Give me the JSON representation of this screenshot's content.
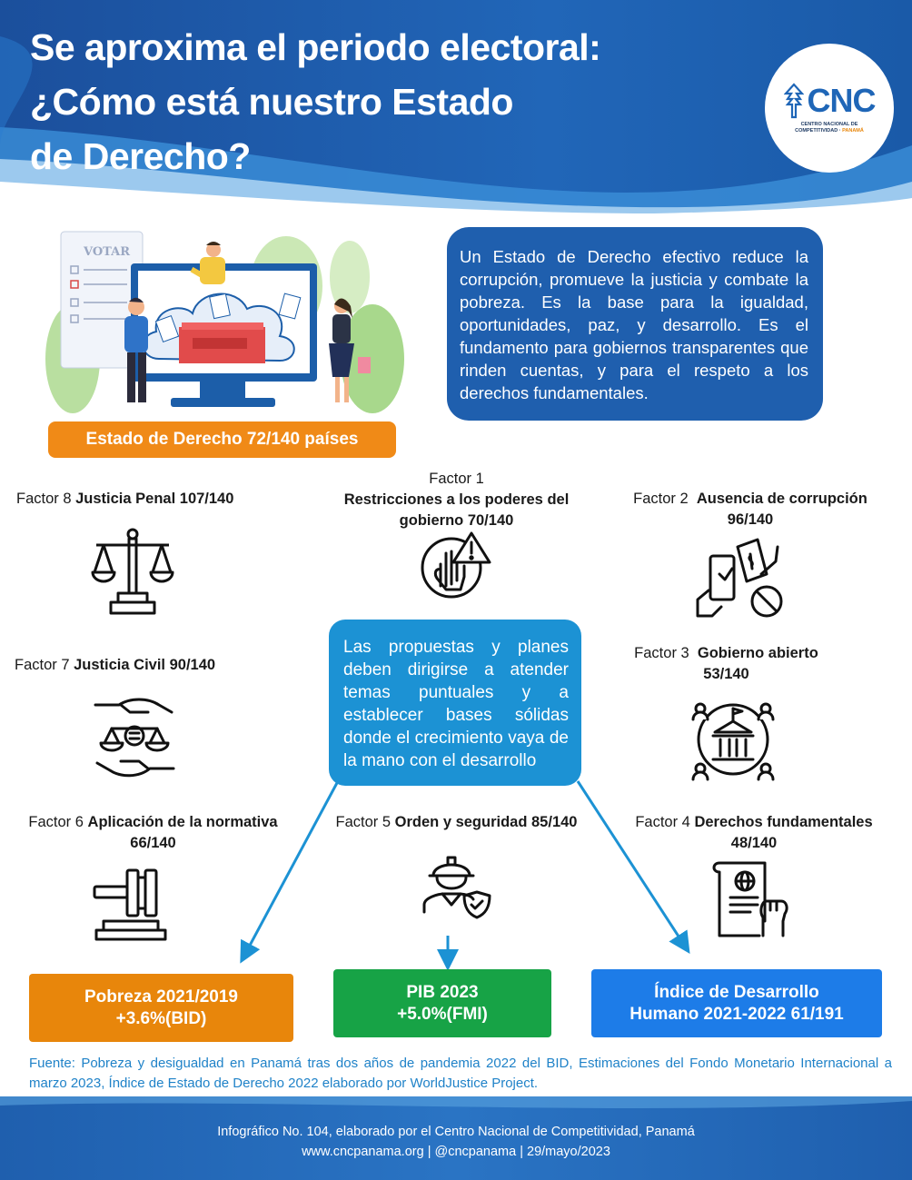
{
  "header": {
    "title": "Se aproxima el periodo electoral:\n¿Cómo está nuestro Estado\nde Derecho?",
    "logo_text": "CNC",
    "logo_sub1": "Centro Nacional de",
    "logo_sub2": "Competitividad · ",
    "logo_sub3": "Panamá"
  },
  "illustration": {
    "ballot_label": "VOTAR"
  },
  "intro_text": "Un Estado de Derecho efectivo reduce la corrupción, promueve la justicia y combate la pobreza. Es la base para la igualdad, oportunidades, paz, y desarrollo. Es el fundamento para gobiernos transparentes que rinden cuentas, y para el respeto a los derechos fundamentales.",
  "rank_pill": "Estado de Derecho 72/140 países",
  "factors": {
    "f1": {
      "prefix": "Factor 1",
      "name": "Restricciones a los poderes del gobierno 70/140"
    },
    "f2": {
      "prefix": "Factor 2",
      "name": "Ausencia de corrupción",
      "rank": "96/140"
    },
    "f3": {
      "prefix": "Factor 3",
      "name": "Gobierno abierto",
      "rank": "53/140"
    },
    "f4": {
      "prefix": "Factor 4",
      "name": "Derechos fundamentales",
      "rank": "48/140"
    },
    "f5": {
      "prefix": "Factor 5",
      "name": "Orden y seguridad 85/140"
    },
    "f6": {
      "prefix": "Factor 6",
      "name": "Aplicación de la normativa",
      "rank": "66/140"
    },
    "f7": {
      "prefix": "Factor 7",
      "name": "Justicia Civil 90/140"
    },
    "f8": {
      "prefix": "Factor 8",
      "name": "Justicia Penal 107/140"
    }
  },
  "center_text": "Las propuestas y planes deben dirigirse a atender temas puntuales y a establecer bases sólidas donde el crecimiento vaya de la mano con el desarrollo",
  "results": {
    "pobreza": "Pobreza 2021/2019\n+3.6%(BID)",
    "pib": "PIB 2023\n+5.0%(FMI)",
    "idh": "Índice de Desarrollo\nHumano 2021-2022 61/191"
  },
  "source": "Fuente: Pobreza y desigualdad en Panamá tras dos años de pandemia 2022 del BID, Estimaciones del Fondo Monetario Internacional a marzo 2023, Índice de Estado de Derecho 2022 elaborado por WorldJustice Project.",
  "footer": {
    "line1": "Infográfico No. 104, elaborado por el Centro Nacional de Competitividad, Panamá",
    "line2": "www.cncpanama.org | @cncpanama | 29/mayo/2023"
  },
  "colors": {
    "primary_blue": "#1f5fae",
    "light_blue": "#1c92d4",
    "orange": "#e8860b",
    "green": "#17a346",
    "bright_blue": "#1d7ce8"
  }
}
